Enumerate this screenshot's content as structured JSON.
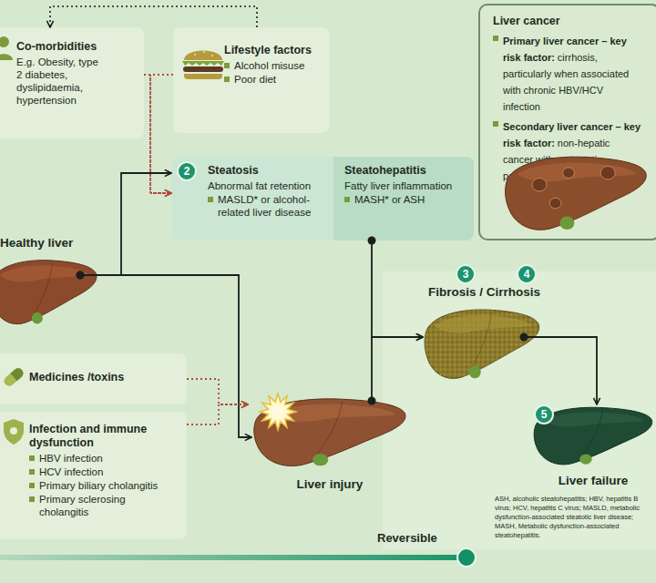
{
  "diagram": {
    "nodes": [
      {
        "text": [
          "Co-morbidities",
          "E.g. Obesity, type 2 diabetes, dyslipidaemia, hypertension"
        ]
      },
      {
        "text": [
          "Lifestyle factors",
          "Alcohol misuse",
          "Poor diet"
        ]
      },
      {
        "text": [
          "Liver cancer",
          "Primary liver cancer – key risk factor:",
          "cirrhosis, particularly when associated with chronic HBV/HCV infection",
          "Secondary liver cancer – key risk factor:",
          "non-hepatic cancer with metastatic potential"
        ]
      },
      {
        "text": [
          "Steatosis",
          "Abnormal fat retention",
          "MASLD* or alcohol-related liver disease"
        ]
      },
      {
        "text": [
          "Steatohepatitis",
          "Fatty liver inflammation",
          "MASH* or ASH"
        ]
      },
      {
        "text": [
          "Healthy liver"
        ]
      },
      {
        "text": [
          "Fibrosis / Cirrhosis"
        ]
      },
      {
        "text": [
          "Medicines /toxins"
        ]
      },
      {
        "text": [
          "Infection and immune dysfunction",
          "HBV infection",
          "HCV infection",
          "Primary biliary cholangitis",
          "Primary sclerosing cholangitis"
        ]
      },
      {
        "text": [
          "Liver injury"
        ]
      },
      {
        "text": [
          "Liver failure"
        ]
      }
    ],
    "edges": [
      {
        "from": 1,
        "to": 0,
        "arrow": "to"
      },
      {
        "from": 0,
        "to": 3,
        "arrow": "to"
      },
      {
        "from": 1,
        "to": 3,
        "arrow": "to"
      },
      {
        "from": 5,
        "to": 3,
        "arrow": "to"
      },
      {
        "from": 5,
        "to": 9,
        "arrow": "to"
      },
      {
        "from": 7,
        "to": 9,
        "arrow": "to"
      },
      {
        "from": 8,
        "to": 9,
        "arrow": "to"
      },
      {
        "from": 4,
        "to": 6,
        "arrow": "to"
      },
      {
        "from": 9,
        "to": 6,
        "arrow": "to"
      },
      {
        "from": 6,
        "to": 10,
        "arrow": "to"
      }
    ],
    "labels": [
      "2",
      "3",
      "4",
      "5",
      "Reversible",
      "ASH, alcoholic steatohepatitis; HBV, hepatitis B virus; HCV, hepatitis C virus; MASLD, metabolic dysfunction-associated steatotic liver disease; MASH, Metabolic dysfunction-associated steatohepatitis."
    ]
  }
}
